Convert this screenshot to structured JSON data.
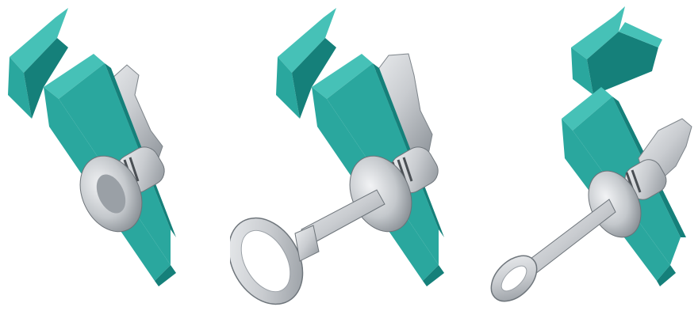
{
  "colors": {
    "background": "#ffffff",
    "panel_teal": "#2aa79e",
    "panel_teal_dark": "#15807a",
    "panel_teal_light": "#46c1b7",
    "metal": "#c9ccd0",
    "metal_dark": "#8f959b",
    "metal_light": "#eef0f2"
  },
  "panels": [
    {
      "id": "lock-closed",
      "state": "closed",
      "key": "none"
    },
    {
      "id": "lock-key-inserted",
      "state": "closed",
      "key": "inserted"
    },
    {
      "id": "lock-key-turned",
      "state": "open",
      "key": "turned"
    }
  ]
}
